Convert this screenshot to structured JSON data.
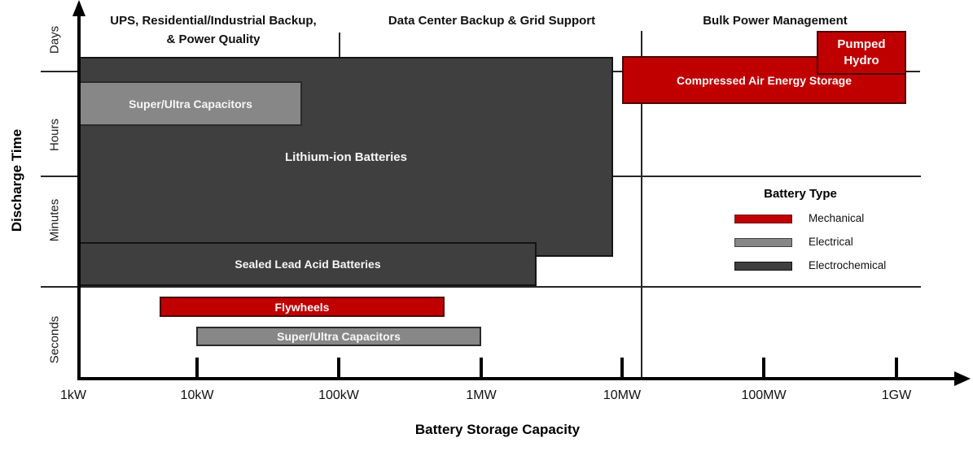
{
  "chart_data": {
    "type": "technology-map",
    "x_axis": {
      "title": "Battery Storage Capacity",
      "scale": "log",
      "ticks": [
        "1kW",
        "10kW",
        "100kW",
        "1MW",
        "10MW",
        "100MW",
        "1GW"
      ]
    },
    "y_axis": {
      "title": "Discharge Time",
      "bands": [
        "Days",
        "Hours",
        "Minutes",
        "Seconds"
      ]
    },
    "regions": [
      {
        "label": "UPS, Residential/Industrial Backup,\n& Power Quality",
        "capacity_span": [
          "1kW",
          "100kW"
        ]
      },
      {
        "label": "Data Center Backup & Grid Support",
        "capacity_span": [
          "100kW",
          "10MW"
        ]
      },
      {
        "label": "Bulk Power Management",
        "capacity_span": [
          "10MW",
          "1GW"
        ]
      }
    ],
    "technologies": [
      {
        "label": "Lithium-ion Batteries",
        "battery_type": "Electrochemical",
        "capacity_range": [
          "1kW",
          "9MW"
        ],
        "discharge_range": [
          "Minutes",
          "Days"
        ]
      },
      {
        "label": "Super/Ultra Capacitors",
        "battery_type": "Electrical",
        "capacity_range": [
          "1kW",
          "50kW"
        ],
        "discharge_range": [
          "Hours",
          "Hours"
        ]
      },
      {
        "label": "Sealed Lead Acid Batteries",
        "battery_type": "Electrochemical",
        "capacity_range": [
          "1kW",
          "2.5MW"
        ],
        "discharge_range": [
          "Minutes",
          "Minutes"
        ]
      },
      {
        "label": "Flywheels",
        "battery_type": "Mechanical",
        "capacity_range": [
          "5kW",
          "500kW"
        ],
        "discharge_range": [
          "Seconds",
          "Seconds"
        ]
      },
      {
        "label": "Super/Ultra Capacitors",
        "battery_type": "Electrical",
        "capacity_range": [
          "10kW",
          "1MW"
        ],
        "discharge_range": [
          "Seconds",
          "Seconds"
        ]
      },
      {
        "label": "Compressed Air Energy Storage",
        "battery_type": "Mechanical",
        "capacity_range": [
          "10MW",
          "1GW"
        ],
        "discharge_range": [
          "Hours",
          "Days"
        ]
      },
      {
        "label": "Pumped\nHydro",
        "battery_type": "Mechanical",
        "capacity_range": [
          "300MW",
          "1GW"
        ],
        "discharge_range": [
          "Days",
          "Days"
        ]
      }
    ],
    "legend": {
      "title": "Battery Type",
      "items": [
        {
          "label": "Mechanical",
          "color": "#c00000"
        },
        {
          "label": "Electrical",
          "color": "#878787"
        },
        {
          "label": "Electrochemical",
          "color": "#3f3f3f"
        }
      ]
    },
    "colors": {
      "mechanical": "#c00000",
      "electrical": "#878787",
      "electrochemical": "#3f3f3f",
      "axis": "#000000",
      "background": "#ffffff"
    }
  }
}
